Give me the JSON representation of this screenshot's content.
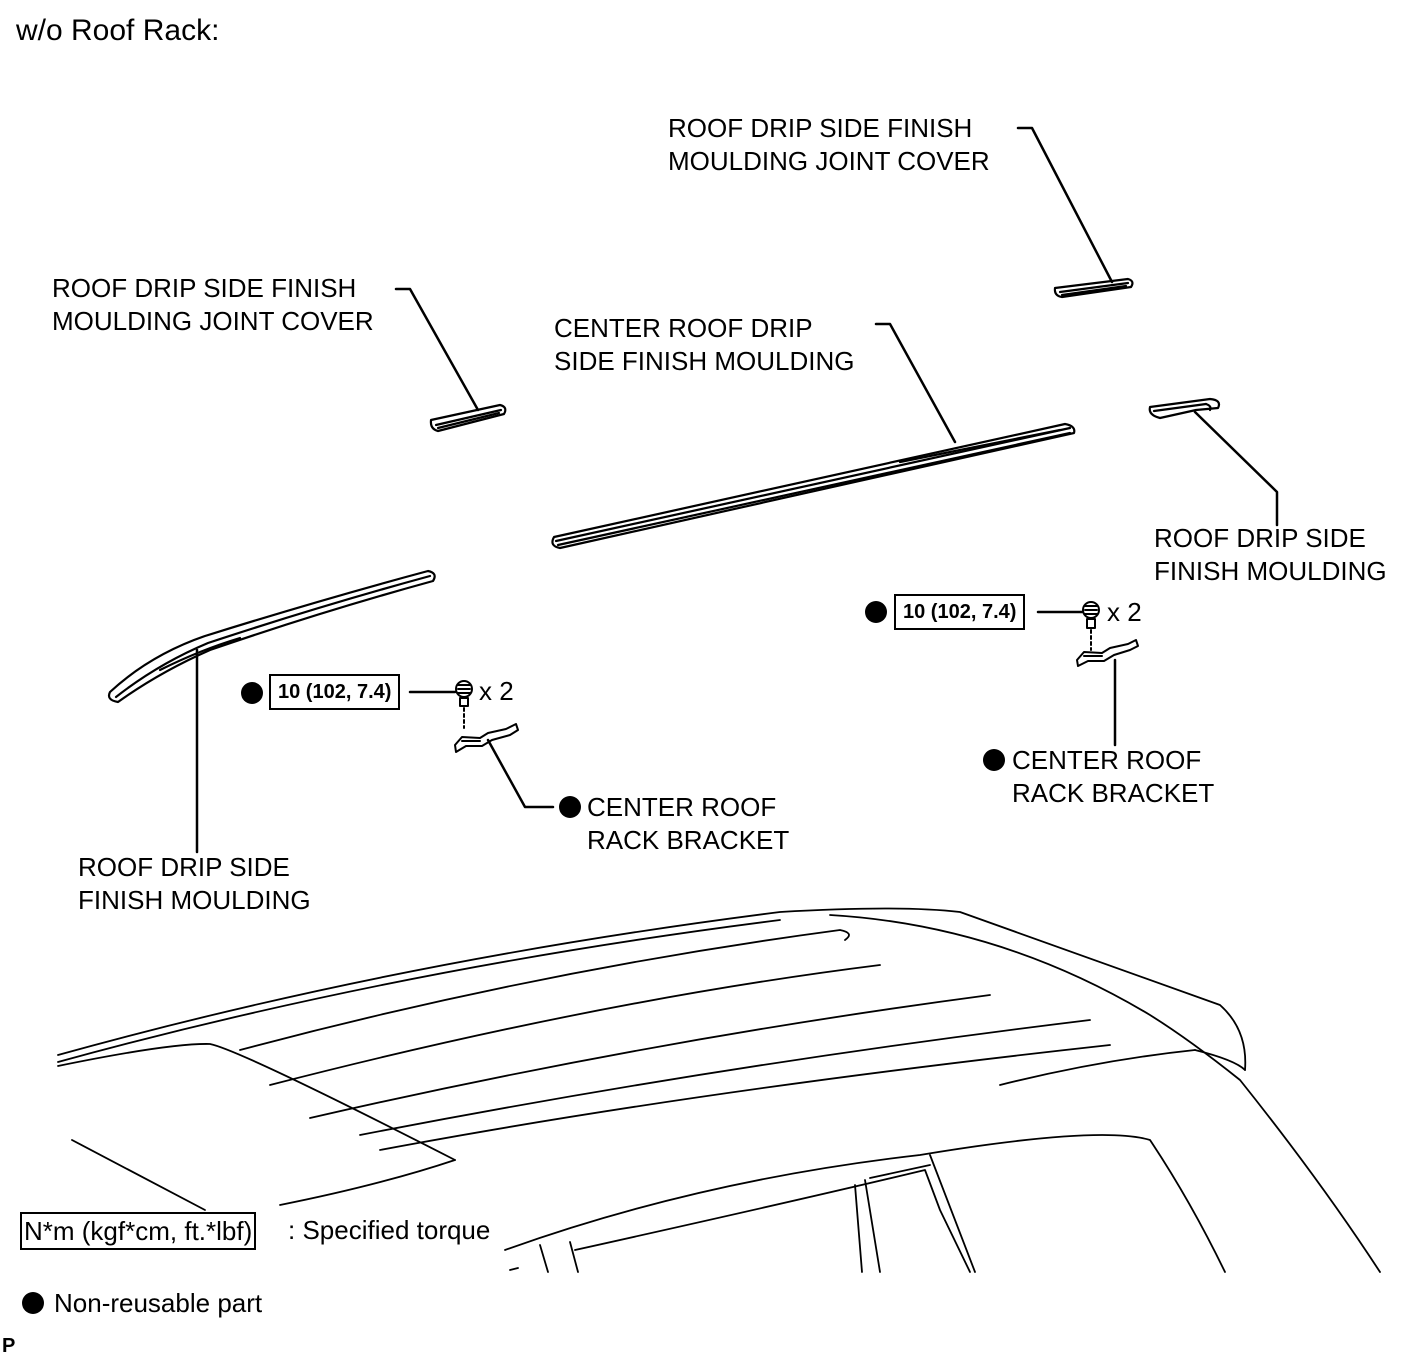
{
  "header": {
    "title": "w/o Roof Rack:"
  },
  "labels": {
    "joint_cover_right": [
      "ROOF DRIP SIDE FINISH",
      "MOULDING JOINT COVER"
    ],
    "joint_cover_left": [
      "ROOF DRIP SIDE FINISH",
      "MOULDING JOINT COVER"
    ],
    "center_moulding": [
      "CENTER ROOF DRIP",
      "SIDE FINISH MOULDING"
    ],
    "moulding_right": [
      "ROOF DRIP SIDE",
      "FINISH MOULDING"
    ],
    "moulding_left": [
      "ROOF DRIP SIDE",
      "FINISH MOULDING"
    ],
    "bracket_left": [
      "CENTER ROOF",
      "RACK BRACKET"
    ],
    "bracket_right": [
      "CENTER ROOF",
      "RACK BRACKET"
    ]
  },
  "torque": {
    "left": "10 (102, 7.4)",
    "right": "10 (102, 7.4)",
    "qty_left": "x 2",
    "qty_right": "x 2"
  },
  "legend": {
    "torque_units": "N*m (kgf*cm, ft.*lbf)",
    "torque_text": ": Specified torque",
    "nonreusable_text": "Non-reusable part"
  },
  "footer": {
    "code": "P"
  }
}
